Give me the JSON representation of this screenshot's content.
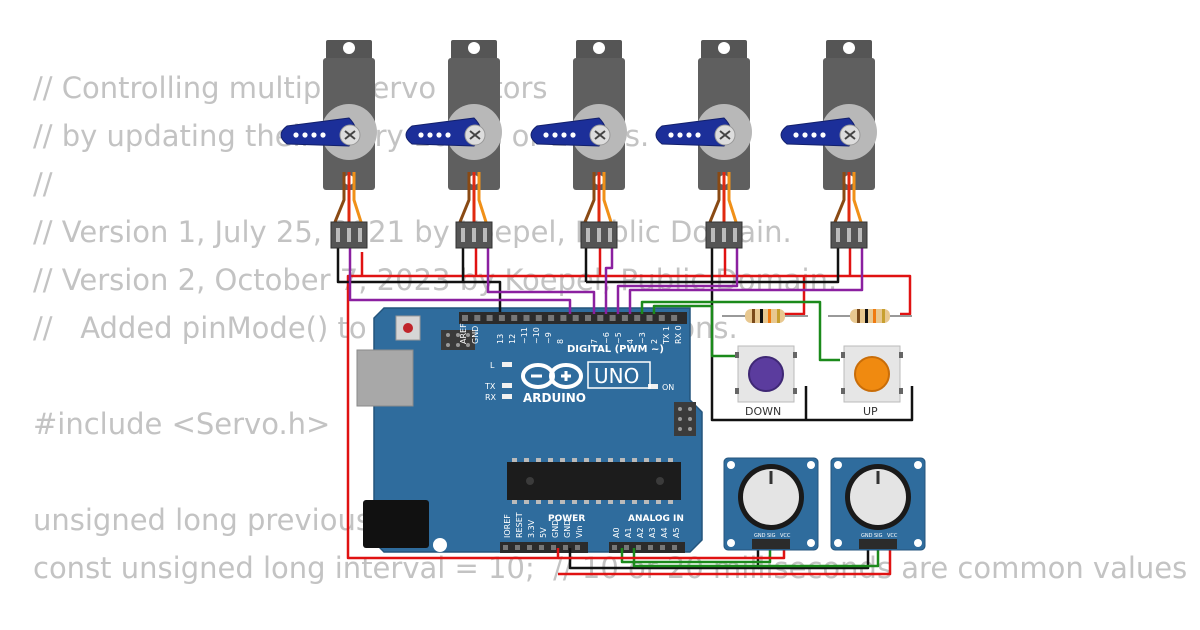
{
  "code_lines": [
    "// Controlling multiple servo motors",
    "// by updating their every 10 ms or 20 ms.",
    "//",
    "// Version 1, July 25, 2021 by Koepel, Public Domain.",
    "// Version 2, October 7, 2023 by Koepel, Public Domain.",
    "//   Added pinMode() to the code for the buttons.",
    "",
    "#include <Servo.h>",
    "",
    "unsigned long previousMillis;",
    "const unsigned long interval = 10;  // 10 or 20 milliseconds are common values"
  ],
  "board": {
    "model": "UNO",
    "brand": "ARDUINO",
    "on_label": "ON",
    "l_label": "L",
    "tx_label": "TX",
    "rx_label": "RX",
    "aref": "AREF",
    "gnd": "GND",
    "digital_pins": [
      "13",
      "12",
      "~11",
      "~10",
      "~9",
      "8",
      "7",
      "~6",
      "~5",
      "4",
      "~3",
      "2",
      "TX 1",
      "RX 0"
    ],
    "digital_label": "DIGITAL (PWM ~)",
    "power_label": "POWER",
    "analog_label": "ANALOG IN",
    "power_pins": [
      "IOREF",
      "RESET",
      "3.3V",
      "5V",
      "GND",
      "GND",
      "Vin"
    ],
    "analog_pins": [
      "A0",
      "A1",
      "A2",
      "A3",
      "A4",
      "A5"
    ]
  },
  "buttons": [
    {
      "label": "DOWN",
      "color": "#5b3c9e"
    },
    {
      "label": "UP",
      "color": "#f08a10"
    }
  ],
  "potentiometers": [
    {
      "pins": [
        "GND",
        "SIG",
        "VCC"
      ]
    },
    {
      "pins": [
        "GND",
        "SIG",
        "VCC"
      ]
    }
  ],
  "servo_count": 5,
  "colors": {
    "board_blue": "#2f6c9d",
    "servo_body": "#5f5f5f",
    "servo_horn": "#1c2f99",
    "wire_red": "#e01212",
    "wire_black": "#111111",
    "wire_purple": "#8b20a0",
    "wire_green": "#1b8a1b"
  }
}
